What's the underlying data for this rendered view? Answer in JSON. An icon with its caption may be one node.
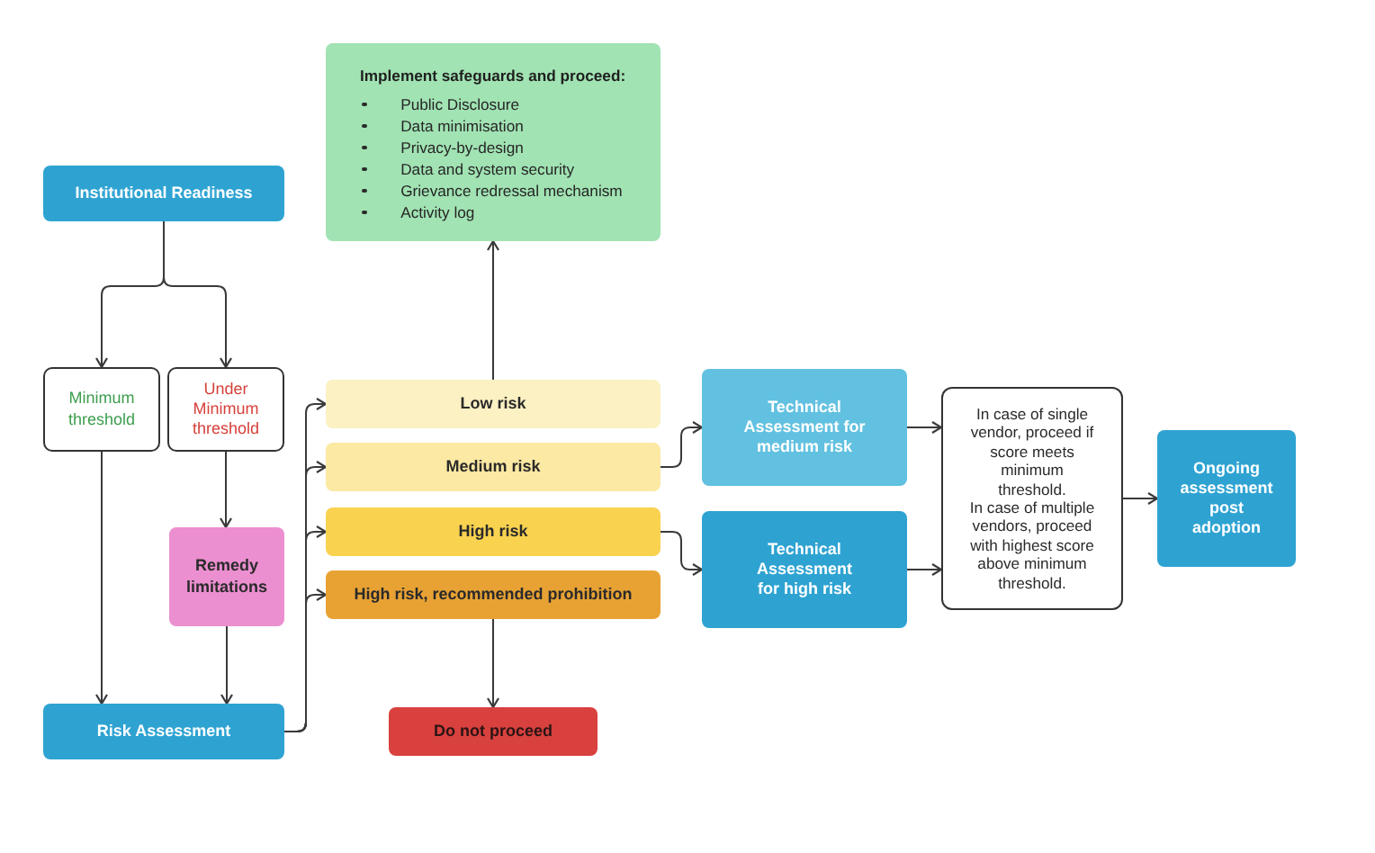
{
  "diagram": {
    "nodes": [
      {
        "text": [
          "Institutional Readiness"
        ]
      },
      {
        "text": [
          "Minimum threshold"
        ]
      },
      {
        "text": [
          "Under Minimum threshold"
        ]
      },
      {
        "text": [
          "Remedy limitations"
        ]
      },
      {
        "text": [
          "Risk Assessment"
        ]
      },
      {
        "text": [
          "Implement safeguards and proceed:",
          "Public Disclosure",
          "Data minimisation",
          "Privacy-by-design",
          "Data and system security",
          "Grievance redressal mechanism",
          "Activity log"
        ]
      },
      {
        "text": [
          "Low risk"
        ]
      },
      {
        "text": [
          "Medium risk"
        ]
      },
      {
        "text": [
          "High risk"
        ]
      },
      {
        "text": [
          "High risk, recommended prohibition"
        ]
      },
      {
        "text": [
          "Do not proceed"
        ]
      },
      {
        "text": [
          "Technical Assessment for medium risk"
        ]
      },
      {
        "text": [
          "Technical Assessment for high risk"
        ]
      },
      {
        "text": [
          "In case of single vendor, proceed if score meets minimum threshold.",
          "In case of multiple vendors, proceed with highest score above minimum threshold."
        ]
      },
      {
        "text": [
          "Ongoing assessment post adoption"
        ]
      }
    ],
    "edges": [
      {
        "from": 0,
        "to": 1,
        "arrow": "to"
      },
      {
        "from": 0,
        "to": 2,
        "arrow": "to"
      },
      {
        "from": 1,
        "to": 4,
        "arrow": "to"
      },
      {
        "from": 2,
        "to": 3,
        "arrow": "to"
      },
      {
        "from": 3,
        "to": 4,
        "arrow": "to"
      },
      {
        "from": 4,
        "to": 6,
        "arrow": "to"
      },
      {
        "from": 4,
        "to": 7,
        "arrow": "to"
      },
      {
        "from": 4,
        "to": 8,
        "arrow": "to"
      },
      {
        "from": 4,
        "to": 9,
        "arrow": "to"
      },
      {
        "from": 6,
        "to": 5,
        "arrow": "to"
      },
      {
        "from": 7,
        "to": 11,
        "arrow": "to"
      },
      {
        "from": 8,
        "to": 12,
        "arrow": "to"
      },
      {
        "from": 9,
        "to": 10,
        "arrow": "to"
      },
      {
        "from": 11,
        "to": 13,
        "arrow": "to"
      },
      {
        "from": 12,
        "to": 13,
        "arrow": "to"
      },
      {
        "from": 13,
        "to": 14,
        "arrow": "to"
      }
    ]
  }
}
